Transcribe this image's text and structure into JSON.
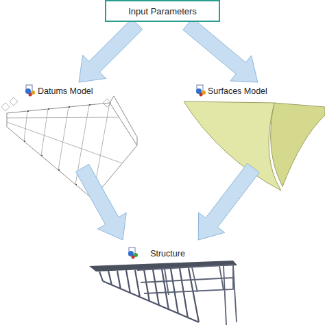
{
  "diagram": {
    "nodes": [
      {
        "text": [
          "Input Parameters"
        ]
      },
      {
        "text": [
          "Datums Model"
        ]
      },
      {
        "text": [
          "Surfaces Model"
        ]
      },
      {
        "text": [
          "Structure"
        ]
      }
    ],
    "edges": [
      {
        "from": 0,
        "to": 1,
        "arrow": "to"
      },
      {
        "from": 0,
        "to": 2,
        "arrow": "to"
      },
      {
        "from": 1,
        "to": 3,
        "arrow": "to"
      },
      {
        "from": 2,
        "to": 3,
        "arrow": "to"
      }
    ]
  }
}
